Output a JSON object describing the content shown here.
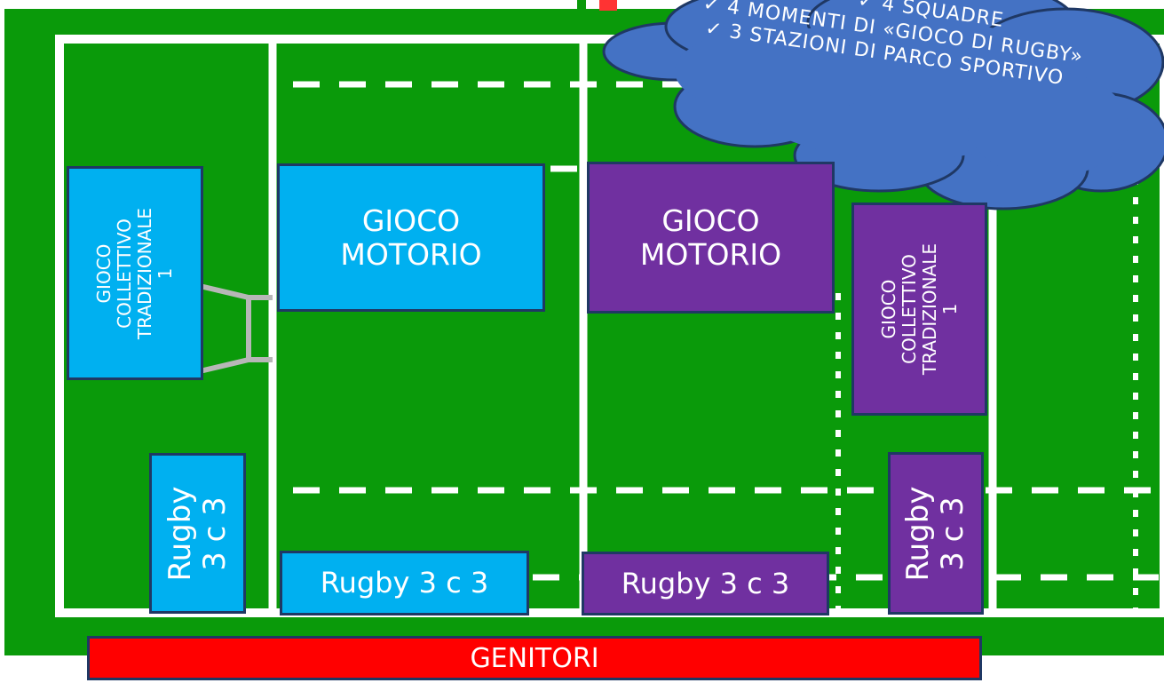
{
  "colors": {
    "field": "#0a9a0a",
    "lines": "#ffffff",
    "zone_blue": "#00b0f0",
    "zone_purple": "#7030a0",
    "cloud": "#4472c4",
    "parents_bar": "#ff0000"
  },
  "cloud": {
    "lines": [
      "✓ 4 SQUADRE",
      "✓ 4 MOMENTI DI «GIOCO DI RUGBY»",
      "✓ 3 STAZIONI DI PARCO SPORTIVO"
    ]
  },
  "zones": {
    "blue_collettivo": [
      "GIOCO",
      "COLLETTIVO",
      "TRADIZIONALE",
      "1"
    ],
    "blue_motorio": [
      "GIOCO",
      "MOTORIO"
    ],
    "purple_motorio": [
      "GIOCO",
      "MOTORIO"
    ],
    "purple_collettivo": [
      "GIOCO",
      "COLLETTIVO",
      "TRADIZIONALE",
      "1"
    ],
    "blue_rugby_vertical": [
      "Rugby",
      "3 c 3"
    ],
    "blue_rugby_horizontal": "Rugby 3 c 3",
    "purple_rugby_horizontal": "Rugby 3 c 3",
    "purple_rugby_vertical": [
      "Rugby",
      "3 c 3"
    ]
  },
  "parents_label": "GENITORI"
}
